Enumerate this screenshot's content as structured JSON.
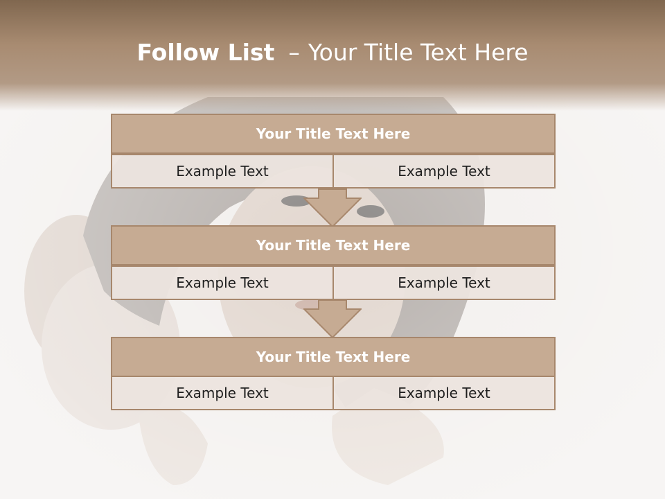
{
  "slide": {
    "title_bold": "Follow List",
    "title_separator": "–",
    "title_rest": "Your Title Text Here"
  },
  "steps": [
    {
      "title": "Your Title Text Here",
      "left": "Example Text",
      "right": "Example Text"
    },
    {
      "title": "Your Title Text Here",
      "left": "Example Text",
      "right": "Example Text"
    },
    {
      "title": "Your Title Text Here",
      "left": "Example Text",
      "right": "Example Text"
    }
  ],
  "colors": {
    "header": "#a88b71",
    "box_fill": "#c6ab93",
    "box_border": "#a7876c",
    "cell_fill": "#ece4de"
  },
  "icons": [
    "down-arrow-icon"
  ]
}
